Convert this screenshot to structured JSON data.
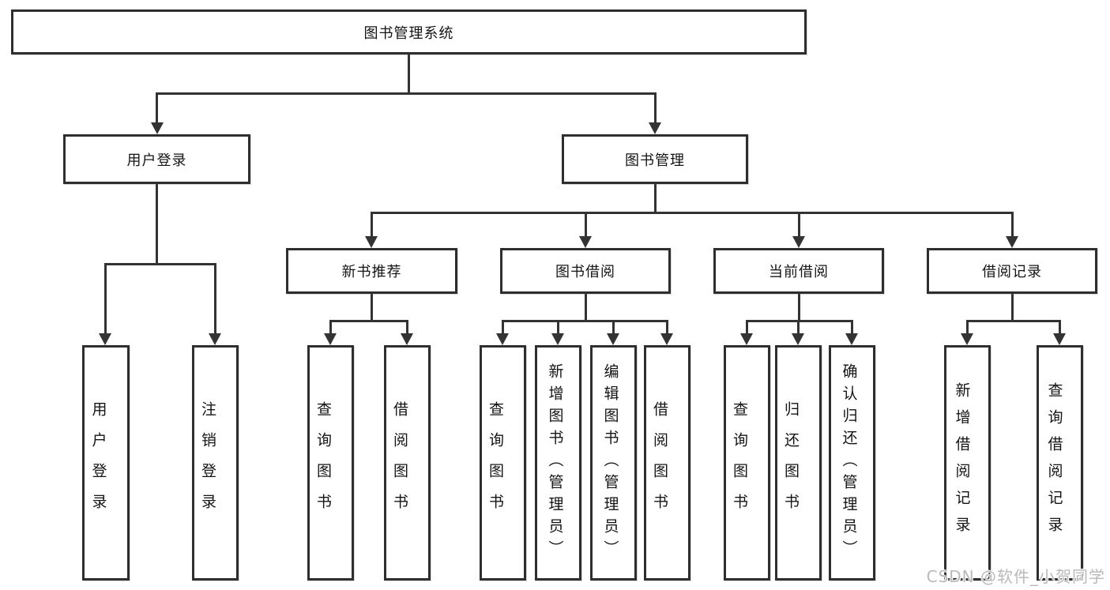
{
  "diagram": {
    "root": {
      "label": "图书管理系统"
    },
    "level1": [
      {
        "label": "用户登录"
      },
      {
        "label": "图书管理"
      }
    ],
    "level2": [
      {
        "label": "新书推荐"
      },
      {
        "label": "图书借阅"
      },
      {
        "label": "当前借阅"
      },
      {
        "label": "借阅记录"
      }
    ],
    "leaves": [
      {
        "label": "用户登录",
        "parent": "用户登录"
      },
      {
        "label": "注销登录",
        "parent": "用户登录"
      },
      {
        "label": "查询图书",
        "parent": "新书推荐"
      },
      {
        "label": "借阅图书",
        "parent": "新书推荐"
      },
      {
        "label": "查询图书",
        "parent": "图书借阅"
      },
      {
        "label": "新增图书（管理员）",
        "parent": "图书借阅"
      },
      {
        "label": "编辑图书（管理员）",
        "parent": "图书借阅"
      },
      {
        "label": "借阅图书",
        "parent": "图书借阅"
      },
      {
        "label": "查询图书",
        "parent": "当前借阅"
      },
      {
        "label": "归还图书",
        "parent": "当前借阅"
      },
      {
        "label": "确认归还（管理员）",
        "parent": "当前借阅"
      },
      {
        "label": "新增借阅记录",
        "parent": "借阅记录"
      },
      {
        "label": "查询借阅记录",
        "parent": "借阅记录"
      }
    ]
  },
  "watermark": {
    "text": "CSDN @软件_小贺同学"
  },
  "colors": {
    "line": "#333333",
    "box_border": "#2e2e2e",
    "text": "#141414",
    "background": "#ffffff",
    "watermark": "#b9b9b9"
  }
}
